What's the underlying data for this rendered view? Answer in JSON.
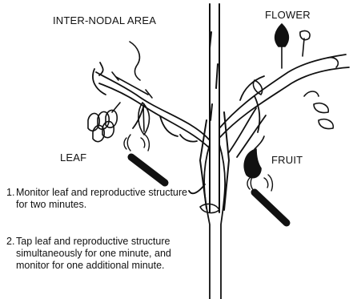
{
  "labels": {
    "internodal": "INTER-NODAL AREA",
    "flower": "FLOWER",
    "leaf": "LEAF",
    "fruit": "FRUIT"
  },
  "instructions": [
    {
      "number": "1.",
      "text": "Monitor leaf and reproductive structure for two minutes."
    },
    {
      "number": "2.",
      "text": "Tap leaf and reproductive structure simultaneously for one minute, and monitor for one additional minute."
    }
  ],
  "icons": [
    "plant-stem-illustration",
    "leaf-icon",
    "flower-icon",
    "fruit-icon",
    "tapping-stick-icon",
    "vibration-waves-icon"
  ],
  "colors": {
    "ink": "#111111",
    "background": "#ffffff"
  }
}
